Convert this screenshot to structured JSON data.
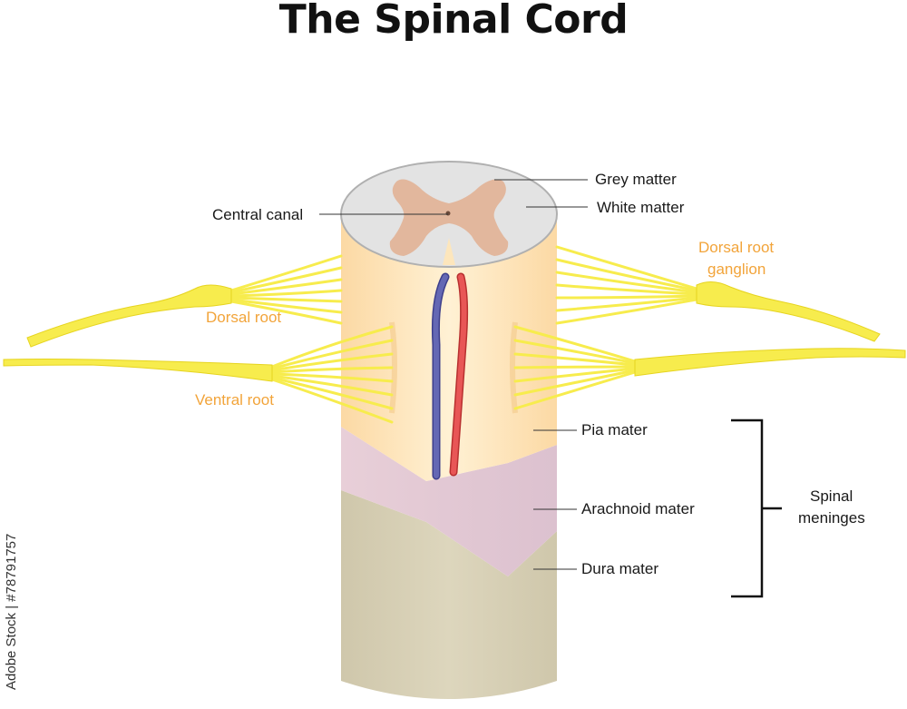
{
  "title": "The Spinal Cord",
  "labels": {
    "grey_matter": "Grey matter",
    "white_matter": "White matter",
    "central_canal": "Central canal",
    "dorsal_root_ganglion_line1": "Dorsal root",
    "dorsal_root_ganglion_line2": "ganglion",
    "dorsal_root": "Dorsal root",
    "ventral_root": "Ventral root",
    "pia_mater": "Pia mater",
    "arachnoid_mater": "Arachnoid mater",
    "dura_mater": "Dura mater",
    "spinal_meninges_line1": "Spinal",
    "spinal_meninges_line2": "meninges"
  },
  "watermark": "Adobe Stock | #78791757",
  "colors": {
    "nerve": "#f7ec4d",
    "nerve_outline": "#e6d420",
    "dura": "#d8d0b6",
    "arachnoid": "#e4ccd8",
    "pia": "#fde6bc",
    "white_matter": "#e6e6e6",
    "grey_matter": "#e2b79d",
    "vein": "#5a5ea8",
    "artery": "#e04a4a",
    "orange_label": "#f2a43a"
  }
}
